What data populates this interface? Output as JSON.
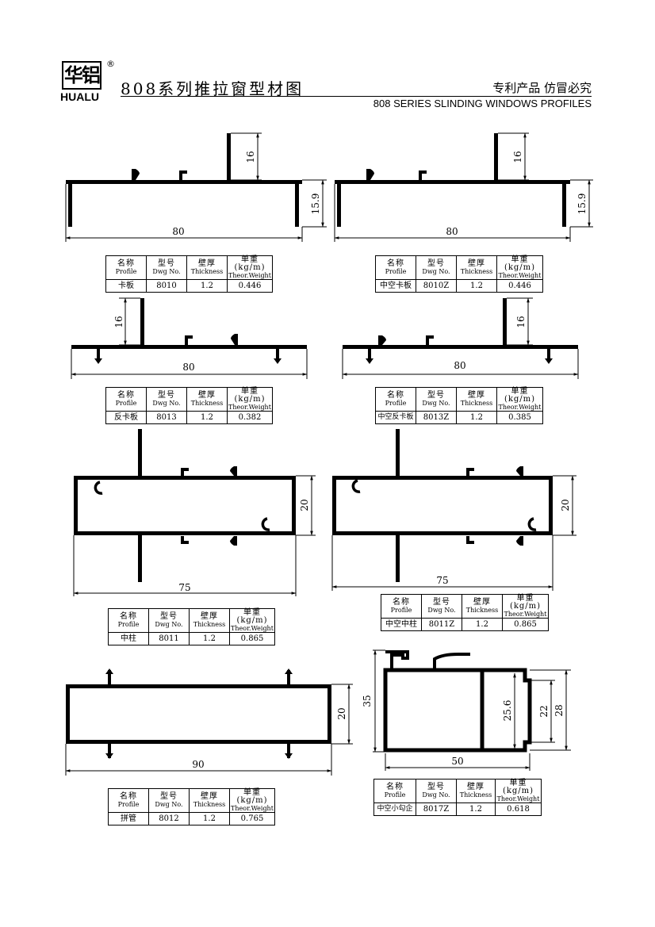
{
  "header": {
    "logo_text": "华铝",
    "logo_reg": "®",
    "logo_en": "HUALU",
    "title_cn": "808系列推拉窗型材图",
    "right_cn": "专利产品 仿冒必究",
    "title_en": "808 SERIES SLINDING WINDOWS PROFILES"
  },
  "table_header": {
    "profile_cn": "名称",
    "profile_en": "Profile",
    "dwg_cn": "型号",
    "dwg_en": "Dwg No.",
    "thk_cn": "壁厚",
    "thk_en": "Thickness",
    "wt_cn": "单重(kg/m)",
    "wt_en": "Theor.Weight"
  },
  "profiles": [
    {
      "name": "卡板",
      "dwg": "8010",
      "thickness": "1.2",
      "weight": "0.446",
      "dims": [
        "80",
        "16",
        "15.9"
      ]
    },
    {
      "name": "中空卡板",
      "dwg": "8010Z",
      "thickness": "1.2",
      "weight": "0.446",
      "dims": [
        "80",
        "16",
        "15.9"
      ]
    },
    {
      "name": "反卡板",
      "dwg": "8013",
      "thickness": "1.2",
      "weight": "0.382",
      "dims": [
        "80",
        "16"
      ]
    },
    {
      "name": "中空反卡板",
      "dwg": "8013Z",
      "thickness": "1.2",
      "weight": "0.385",
      "dims": [
        "80",
        "16"
      ]
    },
    {
      "name": "中柱",
      "dwg": "8011",
      "thickness": "1.2",
      "weight": "0.865",
      "dims": [
        "75",
        "20"
      ]
    },
    {
      "name": "中空中柱",
      "dwg": "8011Z",
      "thickness": "1.2",
      "weight": "0.865",
      "dims": [
        "75",
        "20"
      ]
    },
    {
      "name": "拼管",
      "dwg": "8012",
      "thickness": "1.2",
      "weight": "0.765",
      "dims": [
        "90",
        "20"
      ]
    },
    {
      "name": "中空小勾企",
      "dwg": "8017Z",
      "thickness": "1.2",
      "weight": "0.618",
      "dims": [
        "50",
        "35",
        "25.6",
        "22",
        "28"
      ]
    }
  ]
}
